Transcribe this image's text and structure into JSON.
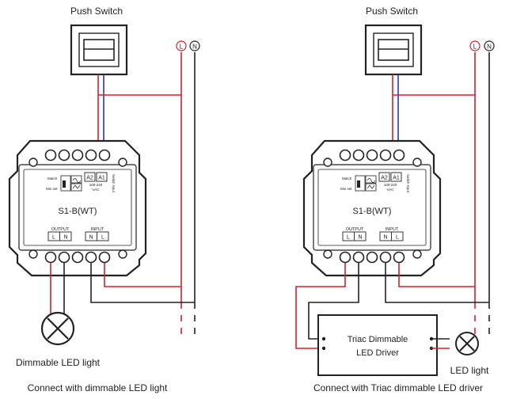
{
  "left": {
    "switch_label": "Push Switch",
    "module_model": "S1-B(WT)",
    "terminal_a2": "A2",
    "terminal_a1": "A1",
    "match_label": "Match",
    "min_set_label": "Min set",
    "switch_input_label": "Switch Input",
    "voltage_label_1": "100-240",
    "voltage_label_2": "VAC",
    "output_label": "OUTPUT",
    "output_l": "L",
    "output_n": "N",
    "input_label": "INPUT",
    "input_n": "N",
    "input_l": "L",
    "live_marker": "L",
    "neutral_marker": "N",
    "load_label": "Dimmable LED light",
    "caption": "Connect with dimmable LED light"
  },
  "right": {
    "switch_label": "Push Switch",
    "module_model": "S1-B(WT)",
    "terminal_a2": "A2",
    "terminal_a1": "A1",
    "match_label": "Match",
    "min_set_label": "Min set",
    "switch_input_label": "Switch Input",
    "voltage_label_1": "100-240",
    "voltage_label_2": "VAC",
    "output_label": "OUTPUT",
    "output_l": "L",
    "output_n": "N",
    "input_label": "INPUT",
    "input_n": "N",
    "input_l": "L",
    "live_marker": "L",
    "neutral_marker": "N",
    "driver_label_1": "Triac Dimmable",
    "driver_label_2": "LED Driver",
    "load_label": "LED light",
    "caption": "Connect with Triac dimmable LED driver"
  },
  "colors": {
    "live_wire": "#d3202e",
    "neutral_wire": "#222222",
    "switch_wire": "#2b3aa0",
    "outline": "#222222"
  }
}
